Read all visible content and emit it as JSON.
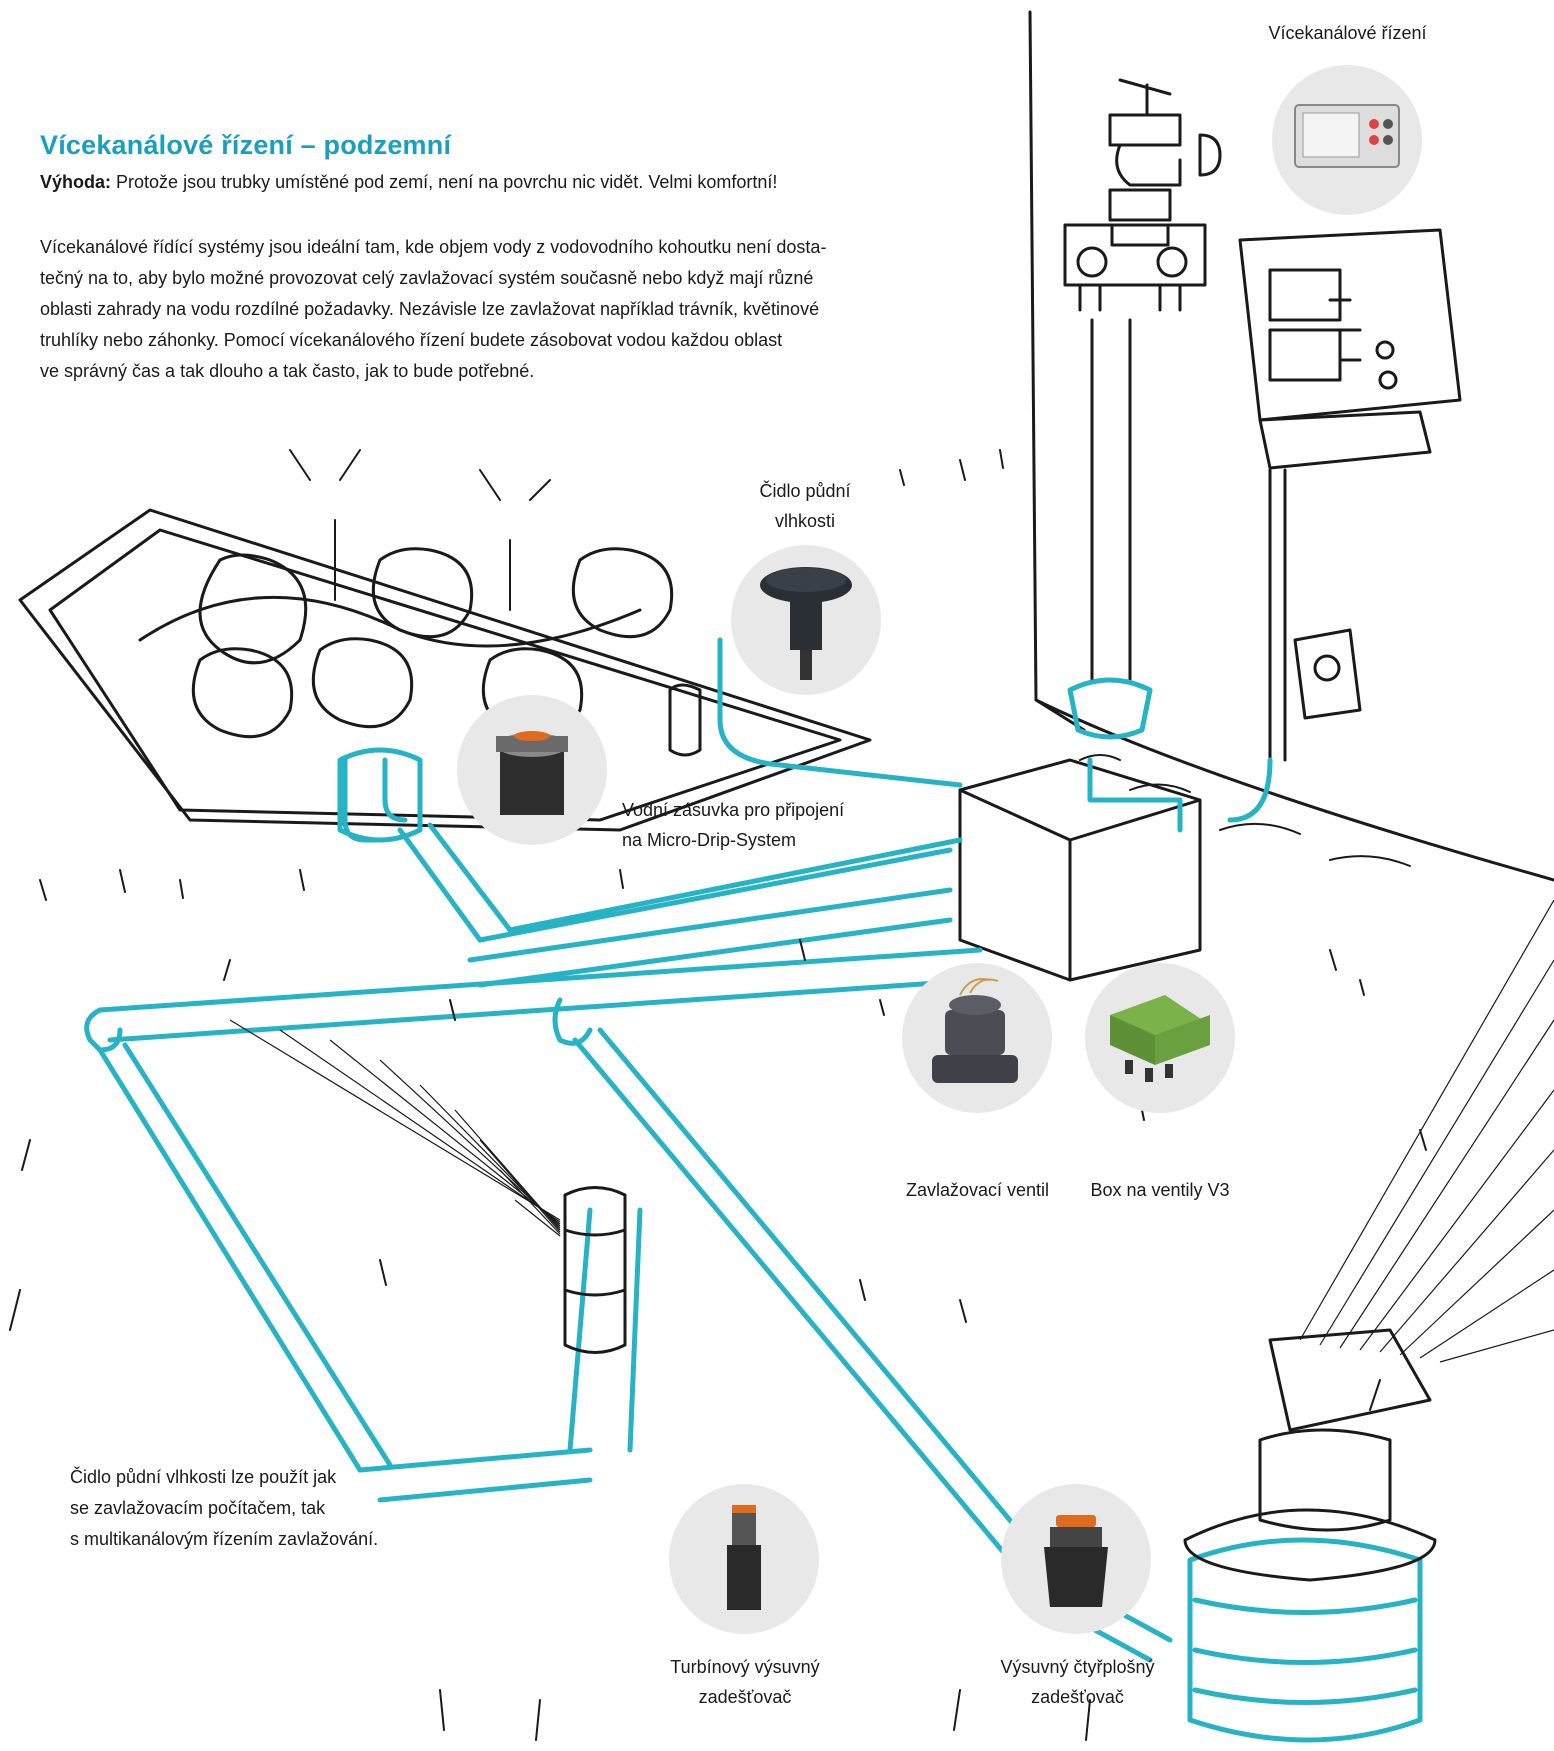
{
  "colors": {
    "accent": "#1a9fbf",
    "pipe": "#27b3c6",
    "ink": "#1a1a1a",
    "circle": "#e8e8e8"
  },
  "header": {
    "title": "Vícekanálové řízení – podzemní",
    "advantage_label": "Výhoda:",
    "advantage_text": "Protože jsou trubky umístěné pod zemí, není na povrchu nic vidět. Velmi komfortní!"
  },
  "body_lines": [
    "Vícekanálové řídící systémy jsou ideální tam, kde objem vody z vodovodního kohoutku není dosta-",
    "tečný na to, aby bylo možné provozovat celý zavlažovací systém současně nebo když mají různé",
    "oblasti zahrady na vodu rozdílné požadavky. Nezávisle lze zavlažovat například trávník, květinové",
    "truhlíky nebo záhonky. Pomocí vícekanálového řízení budete zásobovat vodou každou oblast",
    "ve správný čas a tak dlouho a tak často, jak to bude potřebné."
  ],
  "note_lines": [
    "Čidlo půdní vlhkosti lze použít jak",
    "se zavlažovacím počítačem, tak",
    "s multikanálovým řízením zavlažování."
  ],
  "products": {
    "controller": {
      "lines": [
        "Vícekanálové řízení"
      ],
      "icon": "multi-channel-controller-icon"
    },
    "soil_sensor": {
      "lines": [
        "Čidlo půdní",
        "vlhkosti"
      ],
      "icon": "soil-moisture-sensor-icon"
    },
    "water_socket": {
      "lines": [
        "Vodní zásuvka pro připojení",
        "na Micro-Drip-System"
      ],
      "icon": "water-socket-icon"
    },
    "valve": {
      "lines": [
        "Zavlažovací ventil"
      ],
      "icon": "irrigation-valve-icon"
    },
    "valve_box": {
      "lines": [
        "Box na ventily V3"
      ],
      "icon": "valve-box-icon"
    },
    "turbine": {
      "lines": [
        "Turbínový výsuvný",
        "zadešťovač"
      ],
      "icon": "turbine-sprinkler-icon"
    },
    "rect_sprinkler": {
      "lines": [
        "Výsuvný čtyřplošný",
        "zadešťovač"
      ],
      "icon": "pop-up-rectangular-sprinkler-icon"
    }
  }
}
